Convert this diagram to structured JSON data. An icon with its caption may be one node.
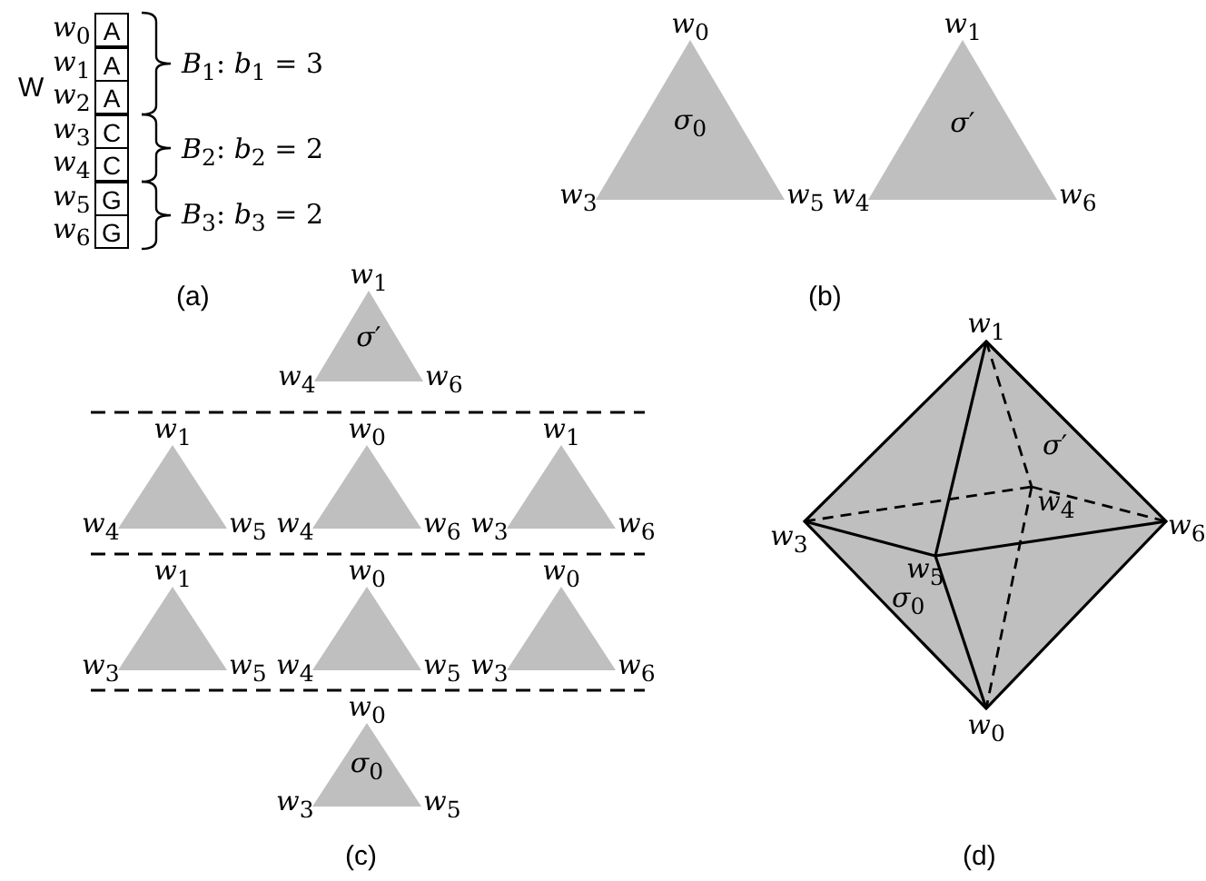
{
  "diagram": {
    "nodes": [
      {
        "text": [
          "A"
        ],
        "beside": [
          "*w*$_{0}$"
        ]
      },
      {
        "text": [
          "A"
        ],
        "beside": [
          "*w*$_{1}$"
        ]
      },
      {
        "text": [
          "A"
        ],
        "beside": [
          "*w*$_{2}$"
        ]
      },
      {
        "text": [
          "C"
        ],
        "beside": [
          "*w*$_{3}$"
        ]
      },
      {
        "text": [
          "C"
        ],
        "beside": [
          "*w*$_{4}$"
        ]
      },
      {
        "text": [
          "G"
        ],
        "beside": [
          "*w*$_{5}$"
        ]
      },
      {
        "text": [
          "G"
        ],
        "beside": [
          "*w*$_{6}$"
        ]
      },
      {
        "text": [
          "*σ*$_{0}$"
        ],
        "beside": [
          "*w*$_{0}$",
          "*w*$_{3}$",
          "*w*$_{5}$"
        ]
      },
      {
        "text": [
          "*σ*′"
        ],
        "beside": [
          "*w*$_{1}$",
          "*w*$_{4}$",
          "*w*$_{6}$"
        ]
      },
      {
        "text": [
          "*σ*′"
        ],
        "beside": [
          "*w*$_{1}$",
          "*w*$_{4}$",
          "*w*$_{6}$"
        ]
      },
      {
        "text": [],
        "shape": "triangle",
        "beside": [
          "*w*$_{1}$",
          "*w*$_{4}$",
          "*w*$_{5}$"
        ]
      },
      {
        "text": [],
        "shape": "triangle",
        "beside": [
          "*w*$_{0}$",
          "*w*$_{4}$",
          "*w*$_{6}$"
        ]
      },
      {
        "text": [],
        "shape": "triangle",
        "beside": [
          "*w*$_{1}$",
          "*w*$_{3}$",
          "*w*$_{6}$"
        ]
      },
      {
        "text": [],
        "shape": "triangle",
        "beside": [
          "*w*$_{1}$",
          "*w*$_{3}$",
          "*w*$_{5}$"
        ]
      },
      {
        "text": [],
        "shape": "triangle",
        "beside": [
          "*w*$_{0}$",
          "*w*$_{4}$",
          "*w*$_{5}$"
        ]
      },
      {
        "text": [],
        "shape": "triangle",
        "beside": [
          "*w*$_{0}$",
          "*w*$_{3}$",
          "*w*$_{6}$"
        ]
      },
      {
        "text": [
          "*σ*$_{0}$"
        ],
        "beside": [
          "*w*$_{0}$",
          "*w*$_{3}$",
          "*w*$_{5}$"
        ]
      }
    ],
    "labels": [
      "W",
      "*B*$_{1}$: *b*$_{1}$ = 3",
      "*B*$_{2}$: *b*$_{2}$ = 2",
      "*B*$_{3}$: *b*$_{3}$ = 2",
      "(a)",
      "(b)",
      "(c)",
      "*w*$_{1}$",
      "*σ*′",
      "*w*$_{4}$",
      "*w*$_{3}$",
      "*w*$_{6}$",
      "*w*$_{5}$",
      "*σ*$_{0}$",
      "*w*$_{0}$",
      "(d)"
    ]
  }
}
